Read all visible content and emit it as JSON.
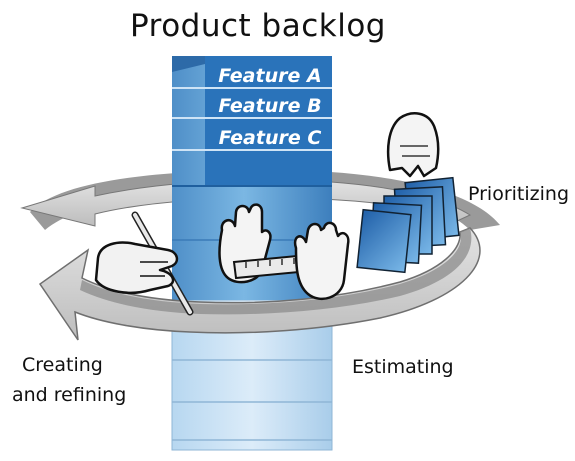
{
  "title": "Product backlog",
  "backlog_items": [
    "Feature A",
    "Feature B",
    "Feature C"
  ],
  "activities": {
    "creating_refining": [
      "Creating",
      "and refining"
    ],
    "estimating": "Estimating",
    "prioritizing": "Prioritizing"
  },
  "colors": {
    "stack_dark": "#1f6fb8",
    "stack_mid": "#5ea6da",
    "stack_light": "#cfe6f7",
    "ring_top": "#d9d9d9",
    "ring_shadow": "#8c8c8c",
    "ink": "#111111"
  },
  "icons": [
    "writing-hand-icon",
    "ruler-hands-icon",
    "card-sorting-hand-icon"
  ]
}
